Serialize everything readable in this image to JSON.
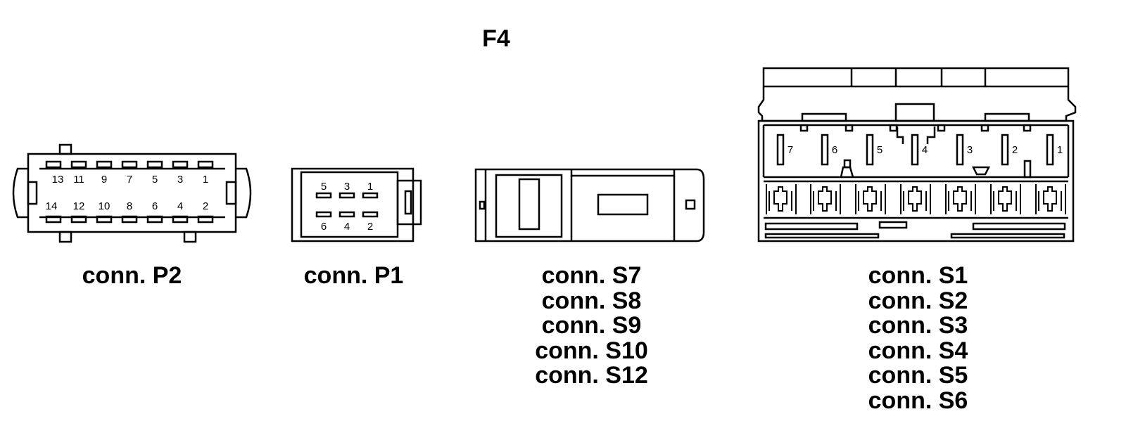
{
  "title": "F4",
  "connectors": {
    "p2": {
      "caption": "conn. P2",
      "top_pins": [
        "13",
        "11",
        "9",
        "7",
        "5",
        "3",
        "1"
      ],
      "bottom_pins": [
        "14",
        "12",
        "10",
        "8",
        "6",
        "4",
        "2"
      ]
    },
    "p1": {
      "caption": "conn. P1",
      "top_pins": [
        "5",
        "3",
        "1"
      ],
      "bottom_pins": [
        "6",
        "4",
        "2"
      ]
    },
    "s_small": {
      "captions": [
        "conn. S7",
        "conn. S8",
        "conn. S9",
        "conn. S10",
        "conn. S12"
      ]
    },
    "s_large": {
      "captions": [
        "conn. S1",
        "conn. S2",
        "conn. S3",
        "conn. S4",
        "conn. S5",
        "conn. S6"
      ],
      "pins": [
        "7",
        "6",
        "5",
        "4",
        "3",
        "2",
        "1"
      ]
    }
  }
}
